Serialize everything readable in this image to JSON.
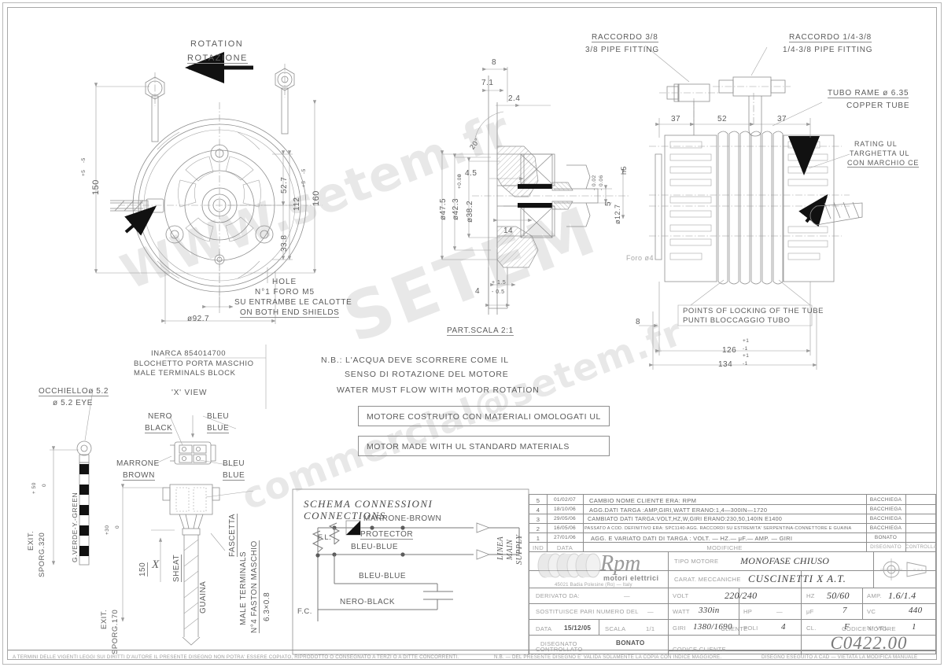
{
  "document": {
    "title": "RPM Motori Elettrici - Monofase Chiuso Motor Technical Drawing",
    "motor_code": "C0422.00"
  },
  "watermark": {
    "line1": "WWW.setem.fr",
    "line2": "SETEM",
    "line3": "commercial@setem.fr"
  },
  "views": {
    "front": {
      "rotation_en": "ROTATION",
      "rotation_it": "ROTAZIONE",
      "dim_150": "150",
      "dim_150_tol_up": "+5",
      "dim_150_tol_dn": "-5",
      "dim_160": "160",
      "dim_160_tol_up": "+5",
      "dim_160_tol_dn": "-5",
      "dim_112": "112",
      "dim_52_7": "52.7",
      "dim_33_8": "33.8",
      "dim_92_7": "ø92.7",
      "note_hole_en": "HOLE",
      "note_hole_it": "N°1 FORO M5",
      "note_shields_it": "SU ENTRAMBE LE CALOTTE",
      "note_shields_en": "ON BOTH END SHIELDS"
    },
    "detail": {
      "caption": "PART.SCALA 2:1",
      "dim_8": "8",
      "dim_7_1": "7.1",
      "dim_2_4": "2.4",
      "dim_20deg": "20°",
      "dim_4_5": "4.5",
      "dim_14": "14",
      "dim_4": "4",
      "dim_4_tol_up": "+ 1.5",
      "dim_4_tol_dn": "- 0.5",
      "dia_47_5": "ø47.5",
      "dia_42_3": "ø42.3",
      "dia_38_2": "ø38.2",
      "dia_38_2_tol_up": "+0.08",
      "dia_38_2_tol_dn": "0",
      "dim_5": "5",
      "dim_5_tol_up": "- 0.02",
      "dim_5_tol_dn": "- 0.06",
      "dim_h5": "h5",
      "dia_12_7": "ø12.7",
      "note_foro": "Foro ø4"
    },
    "side": {
      "fitting_38_it": "RACCORDO 3/8",
      "fitting_38_en": "3/8 PIPE FITTING",
      "fitting_14_it": "RACCORDO 1/4-3/8",
      "fitting_14_en": "1/4-3/8 PIPE FITTING",
      "tube_it": "TUBO RAME ø 6.35",
      "tube_en": "COPPER TUBE",
      "rating_l1": "RATING UL",
      "rating_l2": "TARGHETTA UL",
      "rating_l3": "CON MARCHIO CE",
      "dim_37a": "37",
      "dim_52": "52",
      "dim_37b": "37",
      "dim_126": "126",
      "dim_126_tol_up": "+1",
      "dim_126_tol_dn": "-1",
      "dim_134": "134",
      "dim_134_tol_up": "+1",
      "dim_134_tol_dn": "-1",
      "lock_en": "POINTS OF LOCKING OF THE TUBE",
      "lock_it": "PUNTI BLOCCAGGIO TUBO"
    },
    "terminals": {
      "inarca": "INARCA 854014700",
      "block_it": "BLOCHETTO PORTA MASCHIO",
      "block_en": "MALE TERMINALS BLOCK",
      "x_view": "'X' VIEW",
      "nero": "NERO",
      "black": "BLACK",
      "bleu_top": "BLEU",
      "blue_top": "BLUE",
      "marrone": "MARRONE",
      "brown": "BROWN",
      "bleu_bot": "BLEU",
      "blue_bot": "BLUE",
      "eye_it": "OCCHIELLOø 5.2",
      "eye_en": "ø 5.2 EYE",
      "exit320": "EXIT.",
      "sporg320": "SPORG.320",
      "sporg320_tol_up": "+ 50",
      "sporg320_tol_dn": "0",
      "green": "G.VERDE-Y.-GREEN",
      "exit170": "EXIT.",
      "sporg170": "SPORG.170",
      "sporg170_tol_up": "+30",
      "sporg170_tol_dn": "0",
      "dim_150": "150",
      "x_mark": "X",
      "sheat": "SHEAT",
      "guaina": "GUAINA",
      "fascetta": "FASCETTA",
      "male_terminals": "MALE TERMINALS",
      "faston": "N°4 FASTON MASCHIO",
      "faston_size": "6.3×0.8"
    },
    "notes": {
      "nb_l1": "N.B.: L'ACQUA DEVE SCORRERE COME IL",
      "nb_l2": "SENSO DI ROTAZIONE DEL MOTORE",
      "nb_l3": "WATER MUST FLOW WITH MOTOR ROTATION",
      "ul_it": "MOTORE COSTRUITO CON MATERIALI OMOLOGATI UL",
      "ul_en": "MOTOR MADE WITH UL STANDARD MATERIALS"
    },
    "schema": {
      "title_it": "SCHEMA CONNESSIONI",
      "title_en": "CONNECTIONS",
      "marrone": "MARRONE-BROWN",
      "protector": "PROTECTOR",
      "bleu1": "BLEU-BLUE",
      "bleu2": "BLEU-BLUE",
      "nero": "NERO-BLACK",
      "fl": "F.L.",
      "fc": "F.C.",
      "linea": "LINEA",
      "main": "MAIN",
      "supply": "SUPPLY"
    }
  },
  "title_block": {
    "revisions": {
      "headers": [
        "IND",
        "DATA",
        "MODIFICHE",
        "DISEGNATO",
        "CONTROLLATO"
      ],
      "rows": [
        {
          "ind": "5",
          "data": "01/02/07",
          "mod": "CAMBIO NOME CLIENTE ERA: RPM",
          "dis": "BACCHIEGA",
          "ctl": ""
        },
        {
          "ind": "4",
          "data": "18/10/06",
          "mod": "AGG.DATI  TARGA :AMP,GIRI,WATT ERANO:1,4—300IN—1720",
          "dis": "BACCHIEGA",
          "ctl": ""
        },
        {
          "ind": "3",
          "data": "29/05/06",
          "mod": "CAMBIATO DATI  TARGA:VOLT,HZ,W,GIRI  ERANO:230,50,140IN E1400",
          "dis": "BACCHIEGA",
          "ctl": ""
        },
        {
          "ind": "2",
          "data": "16/05/06",
          "mod": "PASSATO A COD. DEFINITIVO ERA: SPC1140-AGG. RACCORDI SU ESTREMITA' SERPENTINA-CONNETTORE E GUAINA",
          "dis": "BACCHIEGA",
          "ctl": ""
        },
        {
          "ind": "1",
          "data": "27/01/06",
          "mod": "AGG. E VARIATO DATI DI TARGA : VOLT. — HZ.— μF.—  AMP. — GIRI",
          "dis": "BONATO",
          "ctl": ""
        }
      ]
    },
    "logo": {
      "name": "Rpm",
      "subtitle": "motori elettrici",
      "address": "45021 Badia Polesine (Ro) — Italy"
    },
    "fields": {
      "tipo_motore_label": "TIPO MOTORE",
      "tipo_motore_value": "MONOFASE CHIUSO",
      "carat_label": "CARAT. MECCANICHE",
      "carat_value": "CUSCINETTI X A.T.",
      "volt_label": "VOLT",
      "volt_value": "220/240",
      "hz_label": "HZ",
      "hz_value": "50/60",
      "amp_label": "AMP.",
      "amp_value": "1.6/1.4",
      "derivato_label": "DERIVATO DA:",
      "derivato_value": "—",
      "watt_label": "WATT",
      "watt_value": "330in",
      "hp_label": "HP",
      "hp_value": "—",
      "uf_label": "μF",
      "uf_value": "7",
      "vc_label": "VC",
      "vc_value": "440",
      "sostituisce_label": "SOSTITUISCE PARI NUMERO DEL",
      "sostituisce_value": "—",
      "giri_label": "GIRI",
      "giri_value": "1380/1690",
      "poli_label": "POLI",
      "poli_value": "4",
      "cl_label": "CL.",
      "cl_value": "F",
      "nvel_label": "N° VEL.",
      "nvel_value": "1",
      "data_label": "DATA",
      "data_value": "15/12/05",
      "scala_label": "SCALA",
      "scala_value": "1/1",
      "cliente_label": "CLIENTE",
      "codice_motore_label": "CODICE MOTORE",
      "codice_motore_value": "C0422.00",
      "disegnato_label": "DISEGNATO",
      "disegnato_value": "BONATO",
      "controllato_label": "CONTROLLATO",
      "codice_cliente_label": "CODICE CLIENTE"
    }
  },
  "footer": {
    "left": "A TERMINI DELLE VIGENTI LEGGI SUI DIRITTI D'AUTORE IL PRESENTE DISEGNO NON POTRA' ESSERE COPIATO, RIPRODOTTO O CONSEGNATO A TERZI O A DITTE CONCORRENTI.",
    "center": "N.B. — DEL PRESENTE DISEGNO E' VALIDA SOLAMENTE LA COPIA CON INDICE MAGGIORE.",
    "right": "DISEGNO ESEGUITO A CAD — VIETATA LA MODIFICA MANUALE"
  },
  "colors": {
    "line": "#8e8e8e",
    "text": "#5c5c5c",
    "paper": "#ffffff"
  }
}
